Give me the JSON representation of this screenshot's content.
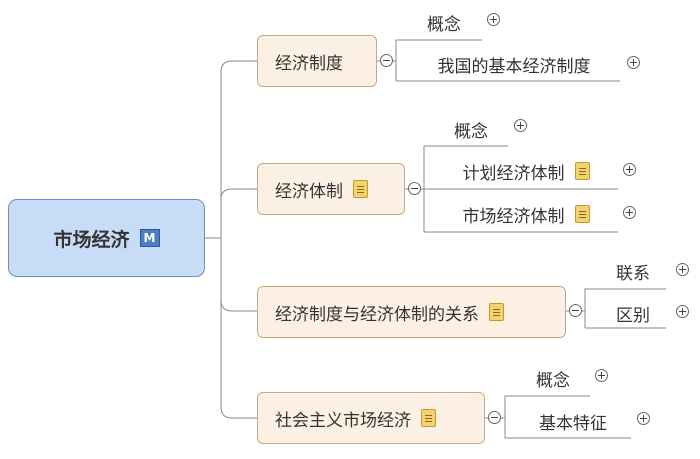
{
  "root": {
    "label": "市场经济",
    "badge": "M"
  },
  "branches": [
    {
      "label": "经济制度",
      "has_note": false,
      "children": [
        {
          "label": "概念"
        },
        {
          "label": "我国的基本经济制度"
        }
      ]
    },
    {
      "label": "经济体制",
      "has_note": true,
      "children": [
        {
          "label": "概念"
        },
        {
          "label": "计划经济体制"
        },
        {
          "label": "市场经济体制"
        }
      ]
    },
    {
      "label": "经济制度与经济体制的关系",
      "has_note": true,
      "children": [
        {
          "label": "联系"
        },
        {
          "label": "区别"
        }
      ]
    },
    {
      "label": "社会主义市场经济",
      "has_note": true,
      "children": [
        {
          "label": "概念"
        },
        {
          "label": "基本特征"
        }
      ]
    }
  ]
}
